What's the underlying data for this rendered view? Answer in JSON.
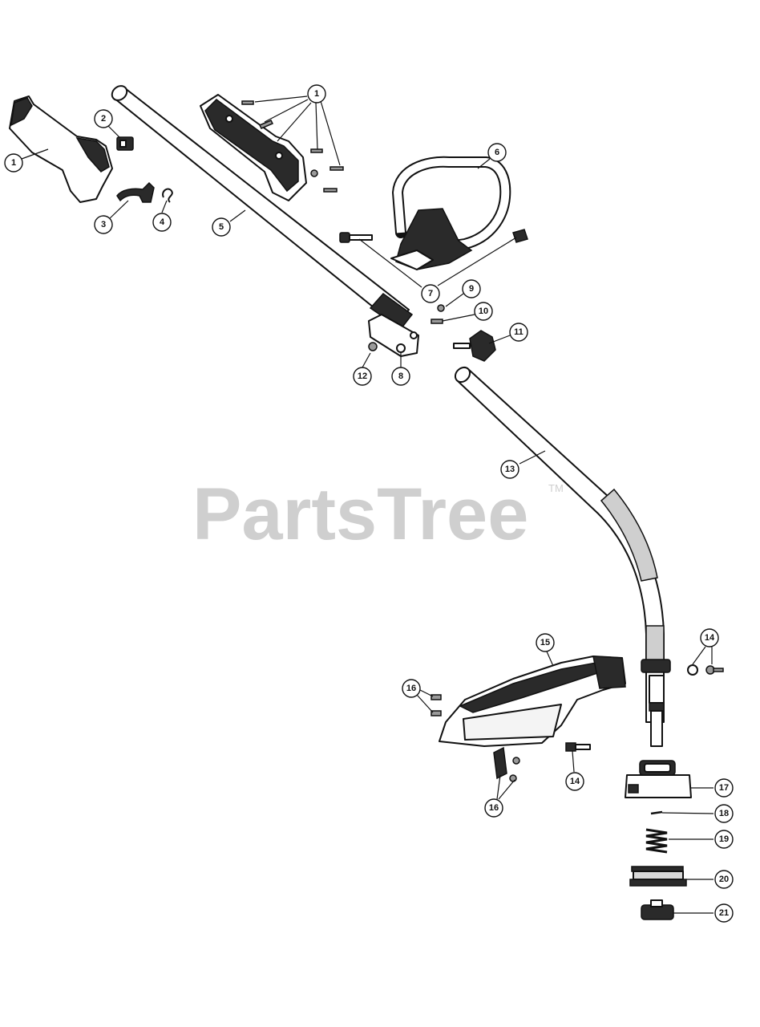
{
  "watermark": {
    "brand": "PartsTree",
    "trademark": "TM"
  },
  "callouts": [
    {
      "id": "c1a",
      "label": "1"
    },
    {
      "id": "c1b",
      "label": "1"
    },
    {
      "id": "c2",
      "label": "2"
    },
    {
      "id": "c3",
      "label": "3"
    },
    {
      "id": "c4",
      "label": "4"
    },
    {
      "id": "c5",
      "label": "5"
    },
    {
      "id": "c6",
      "label": "6"
    },
    {
      "id": "c7",
      "label": "7"
    },
    {
      "id": "c8",
      "label": "8"
    },
    {
      "id": "c9",
      "label": "9"
    },
    {
      "id": "c10",
      "label": "10"
    },
    {
      "id": "c11",
      "label": "11"
    },
    {
      "id": "c12",
      "label": "12"
    },
    {
      "id": "c13",
      "label": "13"
    },
    {
      "id": "c14a",
      "label": "14"
    },
    {
      "id": "c14b",
      "label": "14"
    },
    {
      "id": "c15",
      "label": "15"
    },
    {
      "id": "c16a",
      "label": "16"
    },
    {
      "id": "c16b",
      "label": "16"
    },
    {
      "id": "c17",
      "label": "17"
    },
    {
      "id": "c18",
      "label": "18"
    },
    {
      "id": "c19",
      "label": "19"
    },
    {
      "id": "c20",
      "label": "20"
    },
    {
      "id": "c21",
      "label": "21"
    }
  ]
}
